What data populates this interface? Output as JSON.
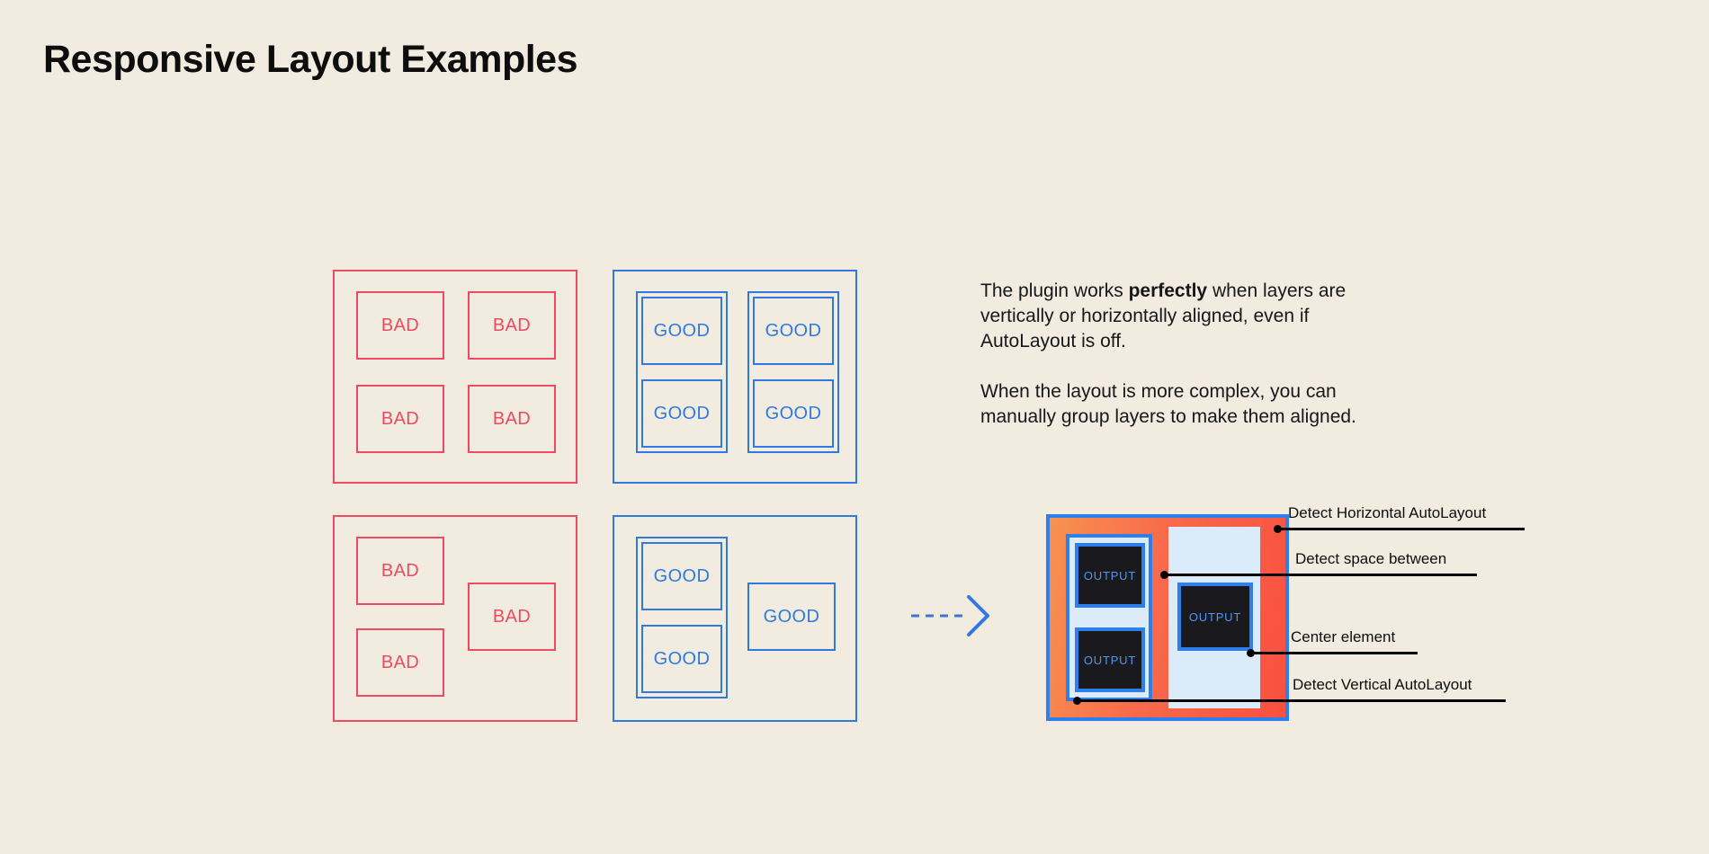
{
  "page": {
    "title": "Responsive Layout Examples",
    "background_color": "#F1ECDF"
  },
  "colors": {
    "bad": "#EF4A5F",
    "good": "#3179E0",
    "accent_blue": "#2F7FEA",
    "panel_gradient_start": "#F79250",
    "panel_gradient_end": "#F9503F",
    "column_fill": "#DCEBFA",
    "output_fill": "#1A1A1E",
    "output_text": "#4D97F0",
    "text": "#0D0D0D"
  },
  "examples": {
    "bad_grid": {
      "variant": "bad",
      "items": [
        {
          "label": "BAD"
        },
        {
          "label": "BAD"
        },
        {
          "label": "BAD"
        },
        {
          "label": "BAD"
        }
      ]
    },
    "good_grid": {
      "variant": "good",
      "columns": [
        {
          "items": [
            {
              "label": "GOOD"
            },
            {
              "label": "GOOD"
            }
          ]
        },
        {
          "items": [
            {
              "label": "GOOD"
            },
            {
              "label": "GOOD"
            }
          ]
        }
      ]
    },
    "bad_complex": {
      "variant": "bad",
      "items": [
        {
          "label": "BAD"
        },
        {
          "label": "BAD"
        },
        {
          "label": "BAD"
        }
      ]
    },
    "good_complex": {
      "variant": "good",
      "grouped_items": [
        {
          "label": "GOOD"
        },
        {
          "label": "GOOD"
        }
      ],
      "standalone_item": {
        "label": "GOOD"
      }
    }
  },
  "arrow": {
    "icon": "dashed-arrow-right-icon",
    "color": "#3179E0",
    "style": "dashed"
  },
  "copy": {
    "paragraph_1": {
      "before": "The plugin works ",
      "emphasis": "perfectly",
      "after": " when layers are vertically or horizontally aligned, even if AutoLayout is off."
    },
    "paragraph_2": "When the layout is more complex, you can manually group layers to make them aligned."
  },
  "mockup": {
    "left_column": {
      "outputs": [
        {
          "label": "OUTPUT"
        },
        {
          "label": "OUTPUT"
        }
      ]
    },
    "right_column": {
      "outputs": [
        {
          "label": "OUTPUT"
        }
      ]
    },
    "callouts": [
      {
        "label": "Detect Horizontal AutoLayout"
      },
      {
        "label": "Detect space between"
      },
      {
        "label": "Center element"
      },
      {
        "label": "Detect Vertical AutoLayout"
      }
    ]
  }
}
